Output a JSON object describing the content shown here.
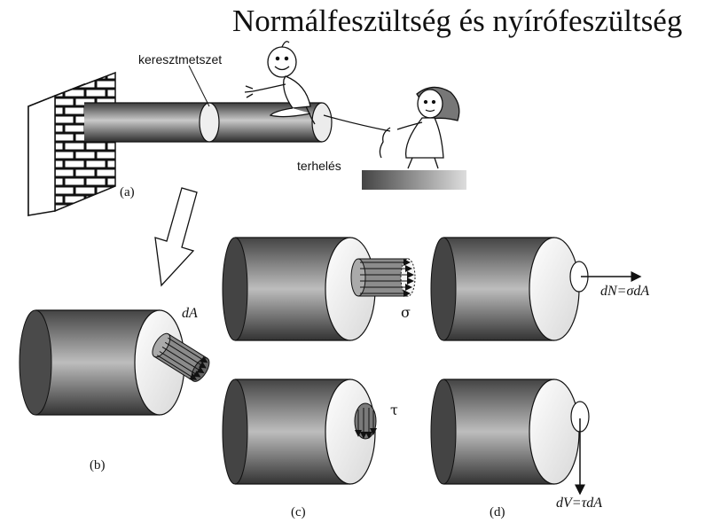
{
  "title": "Normálfeszültség és nyírófeszültség",
  "labels": {
    "cross_section": "keresztmetszet",
    "load": "terhelés",
    "panel_a": "(a)",
    "panel_b": "(b)",
    "panel_c": "(c)",
    "panel_d": "(d)",
    "dA": "dA",
    "sigma": "σ",
    "tau": "τ",
    "dN": "dN=σdA",
    "dV": "dV=τdA"
  },
  "colors": {
    "cylinder_dark": "#3a3a3a",
    "cylinder_light": "#cfcfcf",
    "face": "#f2f2f2",
    "brick_mortar": "#ffffff",
    "brick": "#111111"
  }
}
